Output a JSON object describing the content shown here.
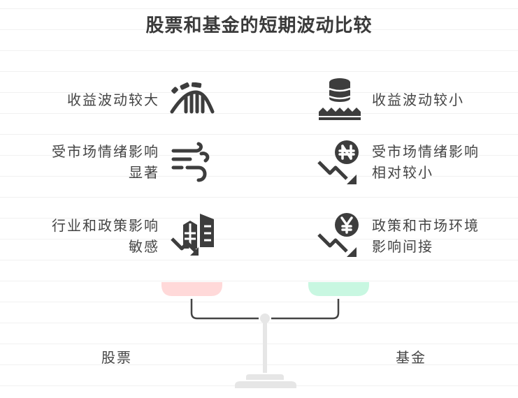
{
  "title": "股票和基金的短期波动比较",
  "left": {
    "label": "股票",
    "pan_color": "#ffd9d9",
    "items": [
      {
        "lines": [
          "收益波动较大"
        ],
        "icon": "roller-coaster-icon"
      },
      {
        "lines": [
          "受市场情绪影响",
          "显著"
        ],
        "icon": "wind-icon"
      },
      {
        "lines": [
          "行业和政策影响",
          "敏感"
        ],
        "icon": "building-downtrend-icon"
      }
    ]
  },
  "right": {
    "label": "基金",
    "pan_color": "#c8f7e1",
    "items": [
      {
        "lines": [
          "收益波动较小"
        ],
        "icon": "coins-on-water-icon"
      },
      {
        "lines": [
          "受市场情绪影响",
          "相对较小"
        ],
        "icon": "naira-downtrend-icon"
      },
      {
        "lines": [
          "政策和市场环境",
          "影响间接"
        ],
        "icon": "yen-downtrend-icon"
      }
    ]
  },
  "colors": {
    "icon": "#3d3d3d",
    "beam": "#444444",
    "stand": "#e6e6e6",
    "rule": "#f1f1f1"
  }
}
